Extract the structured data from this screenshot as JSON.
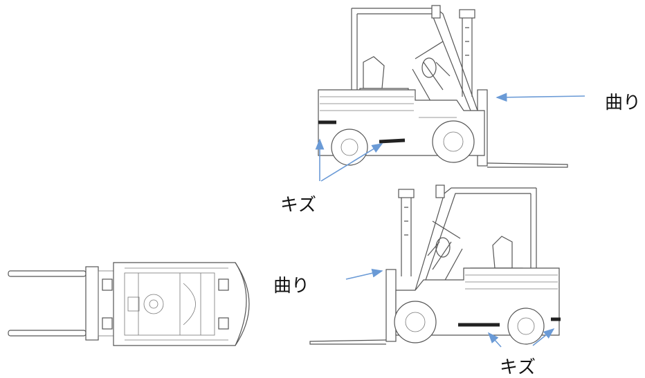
{
  "labels": {
    "bend_top": "曲り",
    "scratch_top": "キズ",
    "bend_bottom": "曲り",
    "scratch_bottom": "キズ"
  },
  "colors": {
    "arrow": "#6a9ad6",
    "damage_mark": "#222222",
    "line_art": "#555555"
  }
}
